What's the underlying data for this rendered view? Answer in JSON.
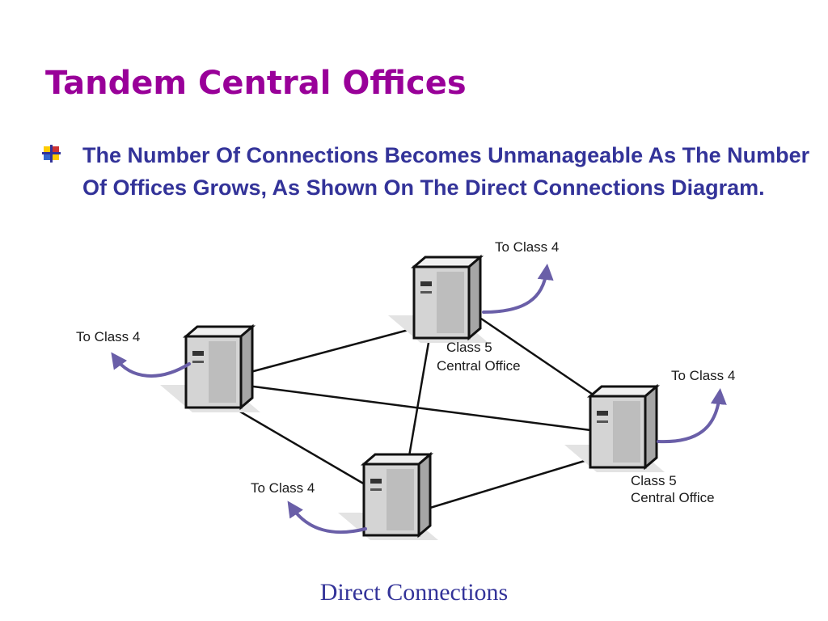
{
  "slide": {
    "title": "Tandem Central Offices",
    "bullet": "The Number Of Connections Becomes Unmanageable As The Number Of Offices Grows, As Shown On The Direct Connections Diagram.",
    "caption": "Direct Connections"
  },
  "diagram": {
    "labels": {
      "top_to_class4": "To Class 4",
      "left_to_class4": "To Class 4",
      "right_to_class4": "To Class 4",
      "bottom_to_class4": "To Class 4",
      "top_office_line1": "Class 5",
      "top_office_line2": "Central Office",
      "right_office_line1": "Class 5",
      "right_office_line2": "Central Office"
    },
    "nodes": [
      "top-office",
      "left-office",
      "right-office",
      "bottom-office"
    ],
    "connections": [
      [
        "top-office",
        "left-office"
      ],
      [
        "top-office",
        "right-office"
      ],
      [
        "top-office",
        "bottom-office"
      ],
      [
        "left-office",
        "right-office"
      ],
      [
        "left-office",
        "bottom-office"
      ],
      [
        "right-office",
        "bottom-office"
      ]
    ]
  },
  "colors": {
    "title": "#990099",
    "body_text": "#333399",
    "arrow": "#6a5fa8",
    "line": "#111111"
  }
}
